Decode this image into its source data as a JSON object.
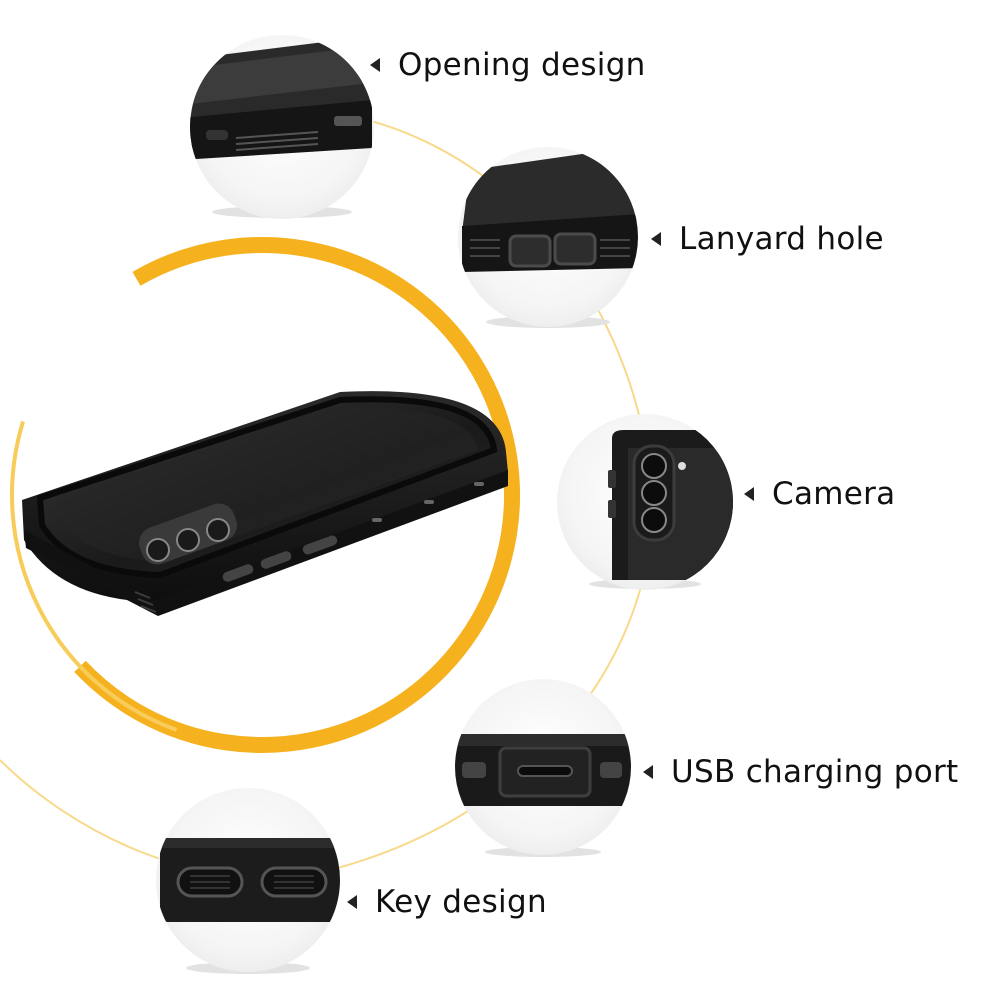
{
  "features": [
    {
      "id": "opening-design",
      "label": "Opening design",
      "icon": "case-top-corner-detail"
    },
    {
      "id": "lanyard-hole",
      "label": "Lanyard hole",
      "icon": "case-lanyard-detail"
    },
    {
      "id": "camera",
      "label": "Camera",
      "icon": "case-camera-detail"
    },
    {
      "id": "usb-charging-port",
      "label": "USB charging port",
      "icon": "case-usb-port-detail"
    },
    {
      "id": "key-design",
      "label": "Key design",
      "icon": "case-buttons-detail"
    }
  ],
  "colors": {
    "accent": "#f5b21e",
    "accent_light": "#f8d98a",
    "case_black": "#1c1c1c",
    "text": "#111111",
    "bubble": "#f3f3f3"
  }
}
